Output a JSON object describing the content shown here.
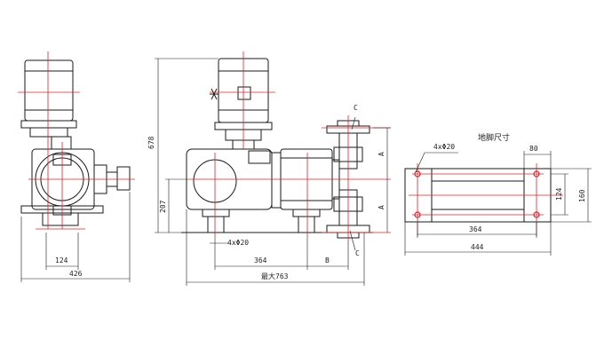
{
  "colors": {
    "outline": "#1a1a1a",
    "centerline": "#e0202a",
    "background": "#ffffff"
  },
  "side_view": {
    "dim_124": "124",
    "dim_426": "426"
  },
  "front_view": {
    "dim_678": "678",
    "dim_207": "207",
    "dim_bolts": "4xΦ20",
    "dim_364": "364",
    "dim_B": "B",
    "dim_max763": "最大763",
    "label_A_top": "A",
    "label_A_bottom": "A",
    "label_C_top": "C",
    "label_C_bottom": "C"
  },
  "foundation": {
    "title": "地脚尺寸",
    "bolts": "4xΦ20",
    "dim_80": "80",
    "dim_124": "124",
    "dim_160": "160",
    "dim_364": "364",
    "dim_444": "444"
  }
}
